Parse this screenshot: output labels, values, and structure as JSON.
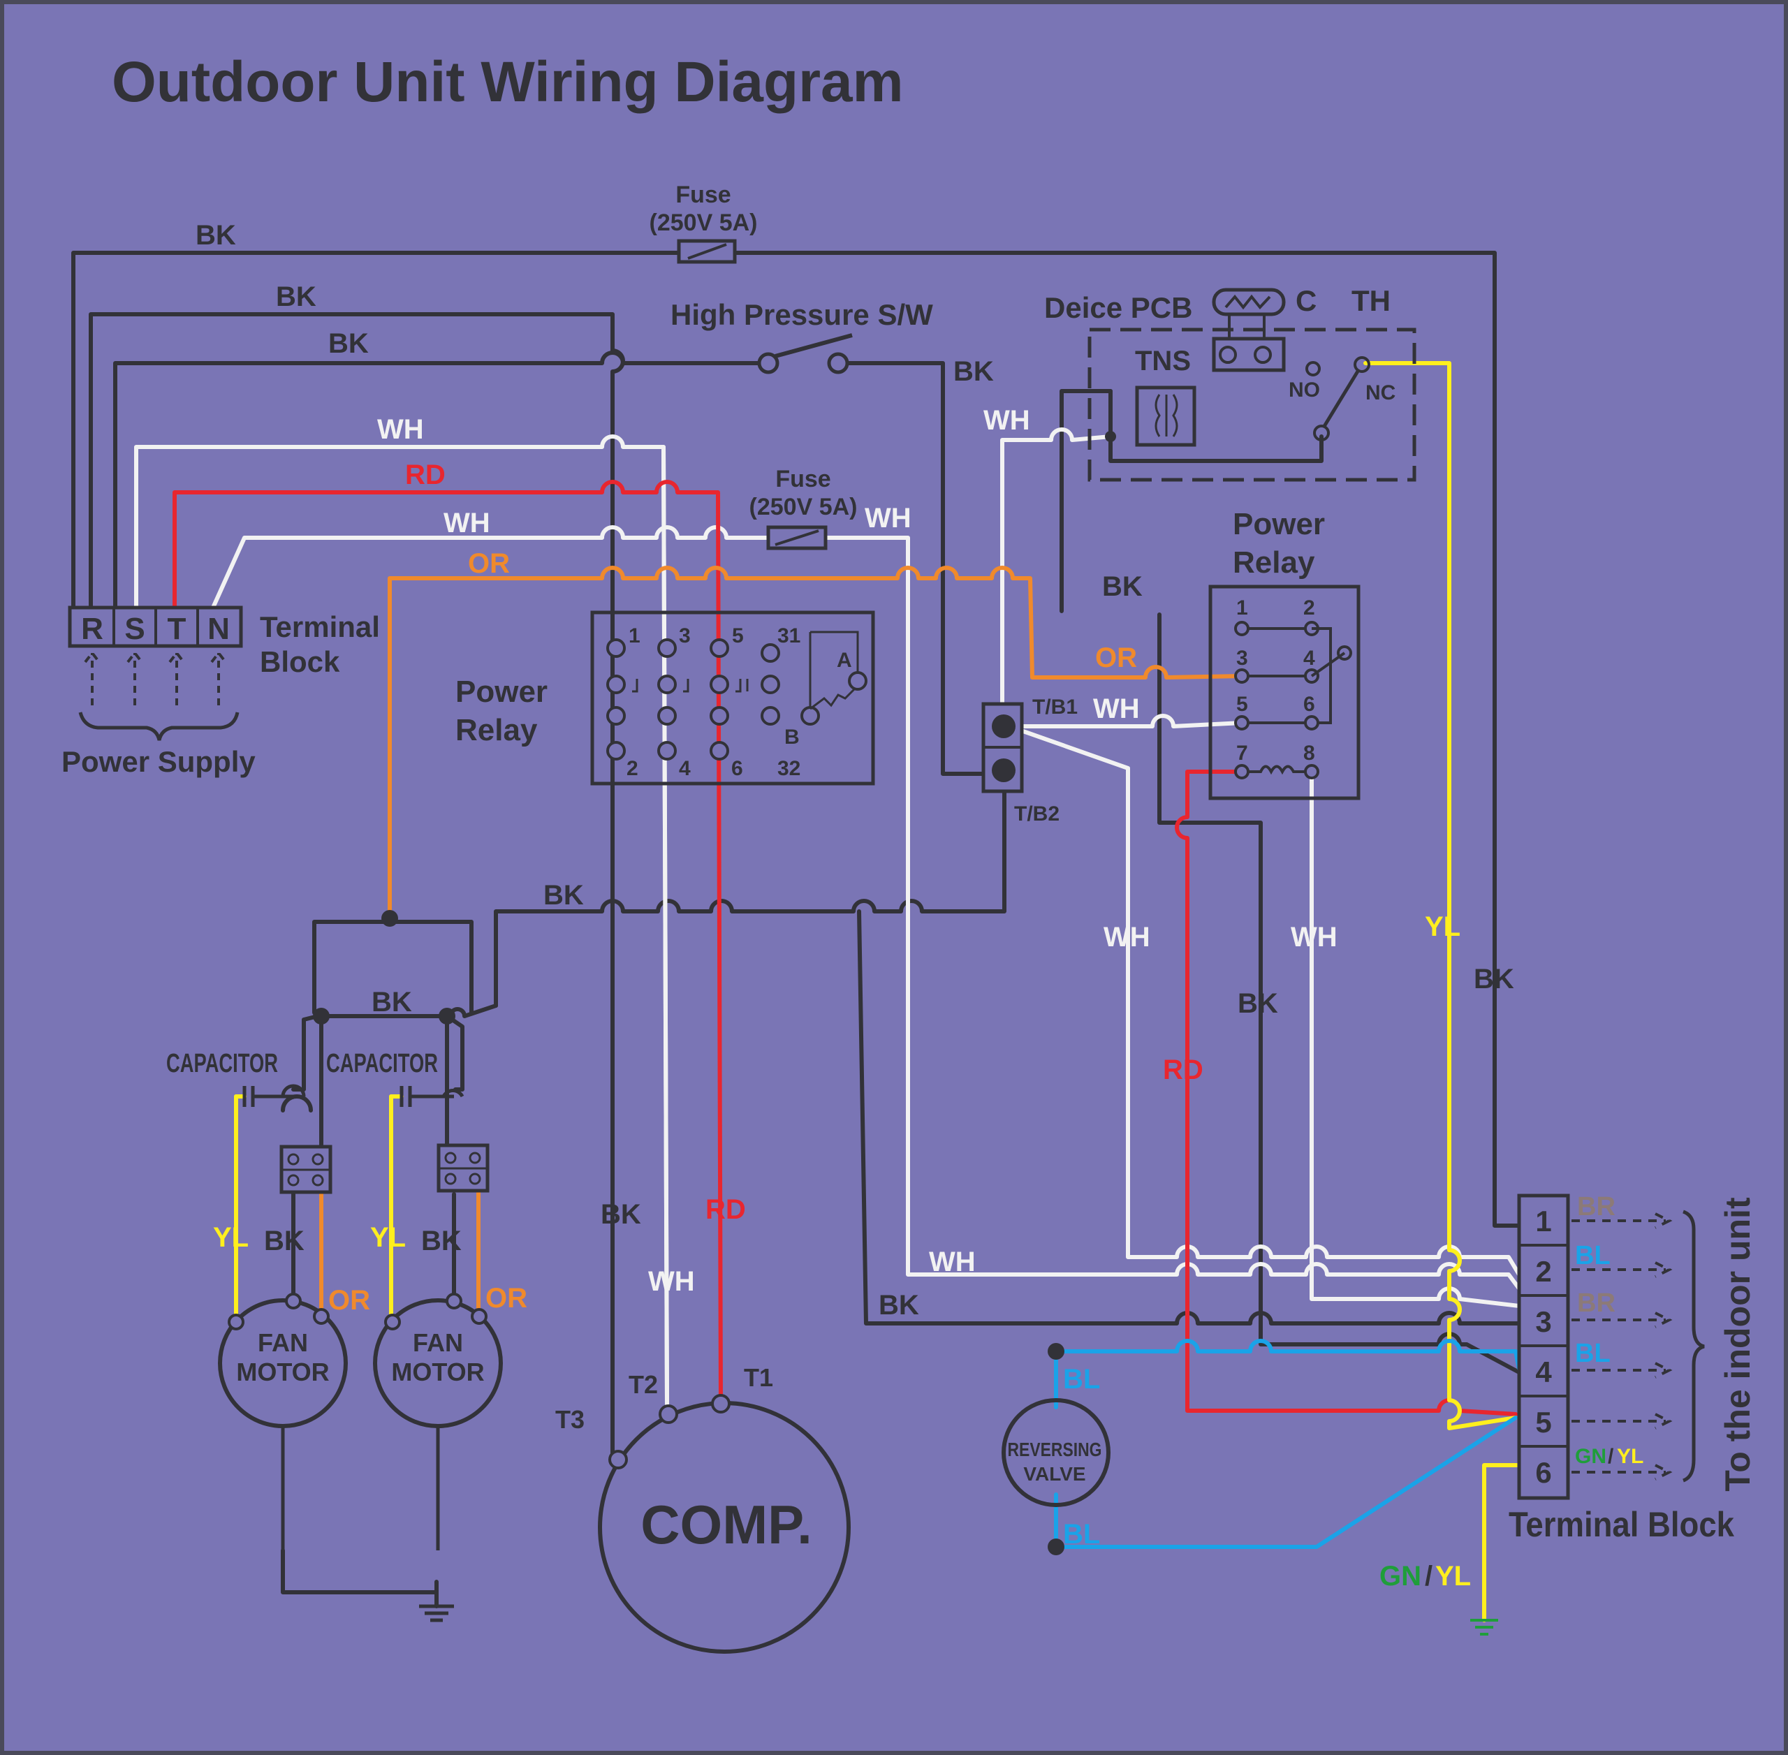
{
  "title": "Outdoor Unit Wiring Diagram",
  "colors": {
    "background": "#7a75b5",
    "frame": "#4a4a5a",
    "BK": "#323238",
    "WH": "#f2f2f2",
    "RD": "#e8262f",
    "OR": "#f08a2c",
    "YL": "#ffef1e",
    "BL": "#1aa3e8",
    "BR": "#8c7a78",
    "GN": "#1f9e3a"
  },
  "wire_labels": {
    "bk": "BK",
    "wh": "WH",
    "rd": "RD",
    "or": "OR",
    "yl": "YL",
    "bl": "BL",
    "br": "BR",
    "gn": "GN",
    "slash": "/"
  },
  "fuse": {
    "label": "Fuse",
    "rating": "(250V 5A)"
  },
  "high_pressure_switch": "High Pressure S/W",
  "deice_pcb": {
    "label": "Deice PCB",
    "c": "C",
    "th": "TH",
    "tns": "TNS",
    "no": "NO",
    "nc": "NC"
  },
  "power_relay_label": {
    "line1": "Power",
    "line2": "Relay"
  },
  "power_relay_1": {
    "pins": [
      "1",
      "3",
      "5",
      "31",
      "2",
      "4",
      "6",
      "32"
    ],
    "a": "A",
    "b": "B"
  },
  "power_relay_2": {
    "pins": [
      "1",
      "2",
      "3",
      "4",
      "5",
      "6",
      "7",
      "8"
    ]
  },
  "terminal_block_left": {
    "terminals": [
      "R",
      "S",
      "T",
      "N"
    ],
    "label_line1": "Terminal",
    "label_line2": "Block",
    "supply": "Power Supply"
  },
  "tb_points": {
    "tb1": "T/B1",
    "tb2": "T/B2"
  },
  "capacitor": "CAPACITOR",
  "fan_motor": {
    "line1": "FAN",
    "line2": "MOTOR"
  },
  "compressor": {
    "label": "COMP.",
    "t1": "T1",
    "t2": "T2",
    "t3": "T3"
  },
  "reversing_valve": {
    "line1": "REVERSING",
    "line2": "VALVE"
  },
  "terminal_block_right": {
    "terminals": [
      "1",
      "2",
      "3",
      "4",
      "5",
      "6"
    ],
    "label": "Terminal Block",
    "to_indoor": "To the indoor unit"
  }
}
